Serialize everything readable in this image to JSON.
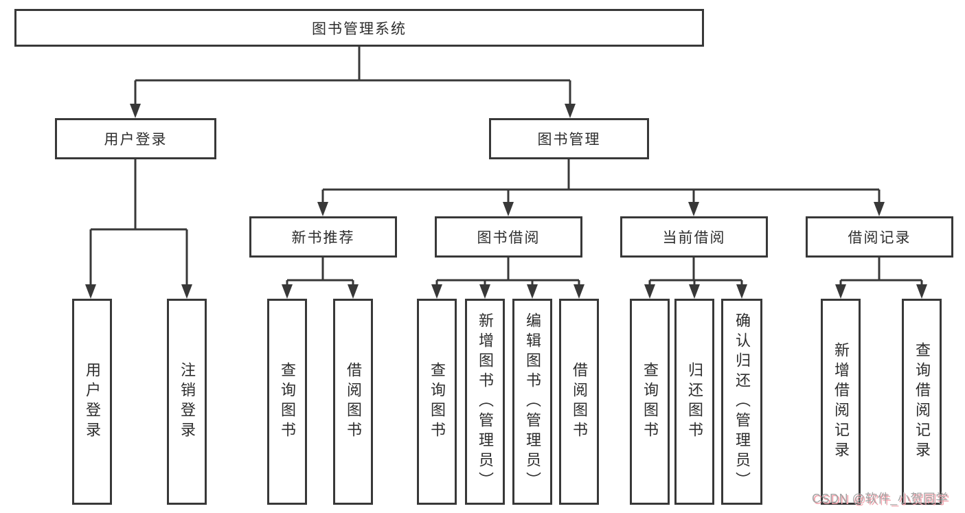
{
  "diagram": {
    "title": "图书管理系统",
    "nodes": {
      "root": "图书管理系统",
      "user_login": "用户登录",
      "book_mgmt": "图书管理",
      "new_book_rec": "新书推荐",
      "book_borrow": "图书借阅",
      "current_borrow": "当前借阅",
      "borrow_record": "借阅记录",
      "leaf_user_login": "用户登录",
      "leaf_logout": "注销登录",
      "leaf_nbr_query_books": "查询图书",
      "leaf_nbr_borrow_books": "借阅图书",
      "leaf_bb_query_books": "查询图书",
      "leaf_bb_add_books_admin": "新增图书（管理员）",
      "leaf_bb_edit_books_admin": "编辑图书（管理员）",
      "leaf_bb_borrow_books": "借阅图书",
      "leaf_cb_query_books": "查询图书",
      "leaf_cb_return_books": "归还图书",
      "leaf_cb_confirm_return_admin": "确认归还（管理员）",
      "leaf_br_add_record": "新增借阅记录",
      "leaf_br_query_record": "查询借阅记录"
    },
    "colors": {
      "line": "#383838",
      "text": "#2d2d2d",
      "background": "#ffffff",
      "watermark_gray": "#a3a3a3",
      "watermark_pink": "#f2a0aa"
    }
  },
  "watermark": {
    "text": "CSDN @软件_小贺同学"
  }
}
